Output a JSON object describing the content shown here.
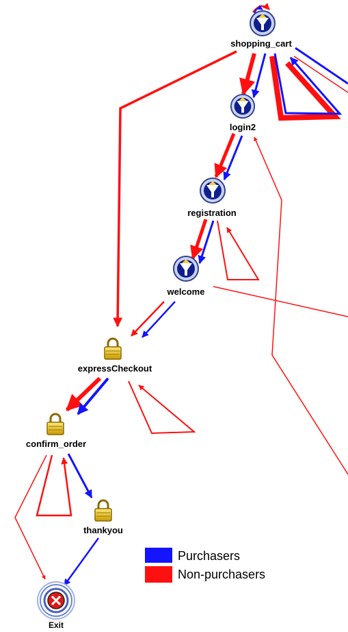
{
  "colors": {
    "purchasers": "#1414ff",
    "non_purchasers": "#ff1010"
  },
  "nodes": {
    "shopping_cart": {
      "label": "shopping_cart",
      "icon": "funnel-page-icon"
    },
    "login2": {
      "label": "login2",
      "icon": "funnel-page-icon"
    },
    "registration": {
      "label": "registration",
      "icon": "funnel-page-icon"
    },
    "welcome": {
      "label": "welcome",
      "icon": "funnel-page-icon"
    },
    "expressCheckout": {
      "label": "expressCheckout",
      "icon": "lock-icon"
    },
    "confirm_order": {
      "label": "confirm_order",
      "icon": "lock-icon"
    },
    "thankyou": {
      "label": "thankyou",
      "icon": "lock-icon"
    },
    "exit": {
      "label": "Exit",
      "icon": "exit-icon"
    }
  },
  "legend": {
    "purchasers": "Purchasers",
    "non_purchasers": "Non-purchasers"
  }
}
